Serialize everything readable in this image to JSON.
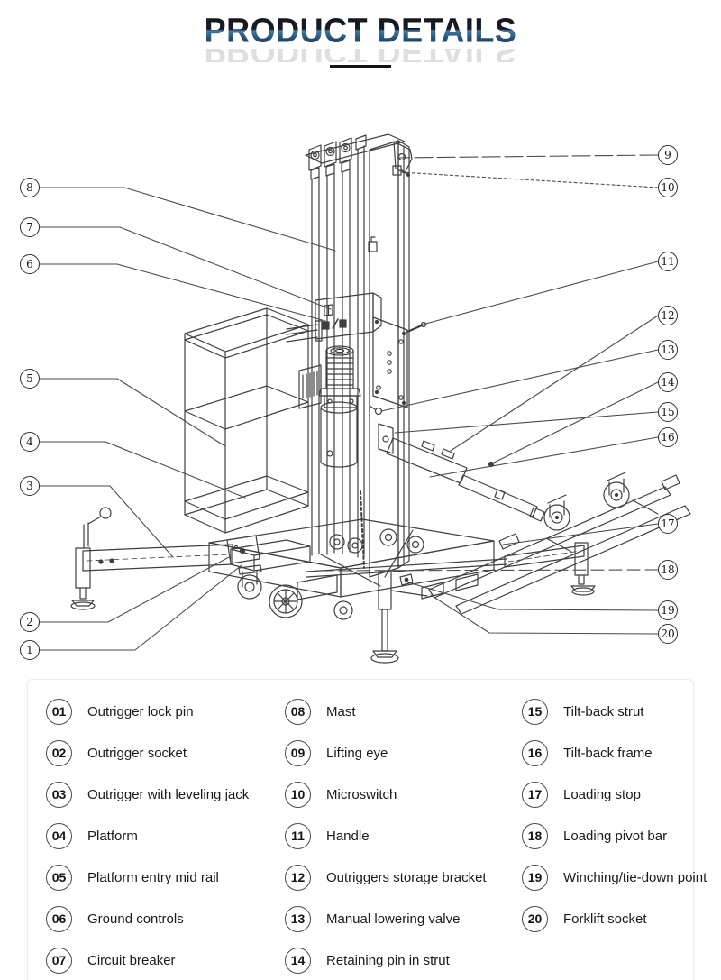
{
  "title": {
    "text": "PRODUCT DETAILS"
  },
  "diagram": {
    "callouts": [
      "1",
      "2",
      "3",
      "4",
      "5",
      "6",
      "7",
      "8",
      "9",
      "10",
      "11",
      "12",
      "13",
      "14",
      "15",
      "16",
      "17",
      "18",
      "19",
      "20"
    ]
  },
  "legend": {
    "columns": [
      {
        "items": [
          {
            "num": "01",
            "label": "Outrigger lock pin"
          },
          {
            "num": "02",
            "label": "Outrigger socket"
          },
          {
            "num": "03",
            "label": "Outrigger with leveling jack"
          },
          {
            "num": "04",
            "label": "Platform"
          },
          {
            "num": "05",
            "label": "Platform entry mid rail"
          },
          {
            "num": "06",
            "label": "Ground controls"
          },
          {
            "num": "07",
            "label": "Circuit breaker"
          }
        ]
      },
      {
        "items": [
          {
            "num": "08",
            "label": "Mast"
          },
          {
            "num": "09",
            "label": "Lifting eye"
          },
          {
            "num": "10",
            "label": "Microswitch"
          },
          {
            "num": "11",
            "label": "Handle"
          },
          {
            "num": "12",
            "label": "Outriggers storage bracket"
          },
          {
            "num": "13",
            "label": "Manual lowering valve"
          },
          {
            "num": "14",
            "label": "Retaining pin in strut"
          }
        ]
      },
      {
        "items": [
          {
            "num": "15",
            "label": "Tilt-back strut"
          },
          {
            "num": "16",
            "label": "Tilt-back frame"
          },
          {
            "num": "17",
            "label": "Loading stop"
          },
          {
            "num": "18",
            "label": "Loading pivot bar"
          },
          {
            "num": "19",
            "label": "Winching/tie-down point"
          },
          {
            "num": "20",
            "label": "Forklift socket"
          }
        ]
      }
    ]
  }
}
